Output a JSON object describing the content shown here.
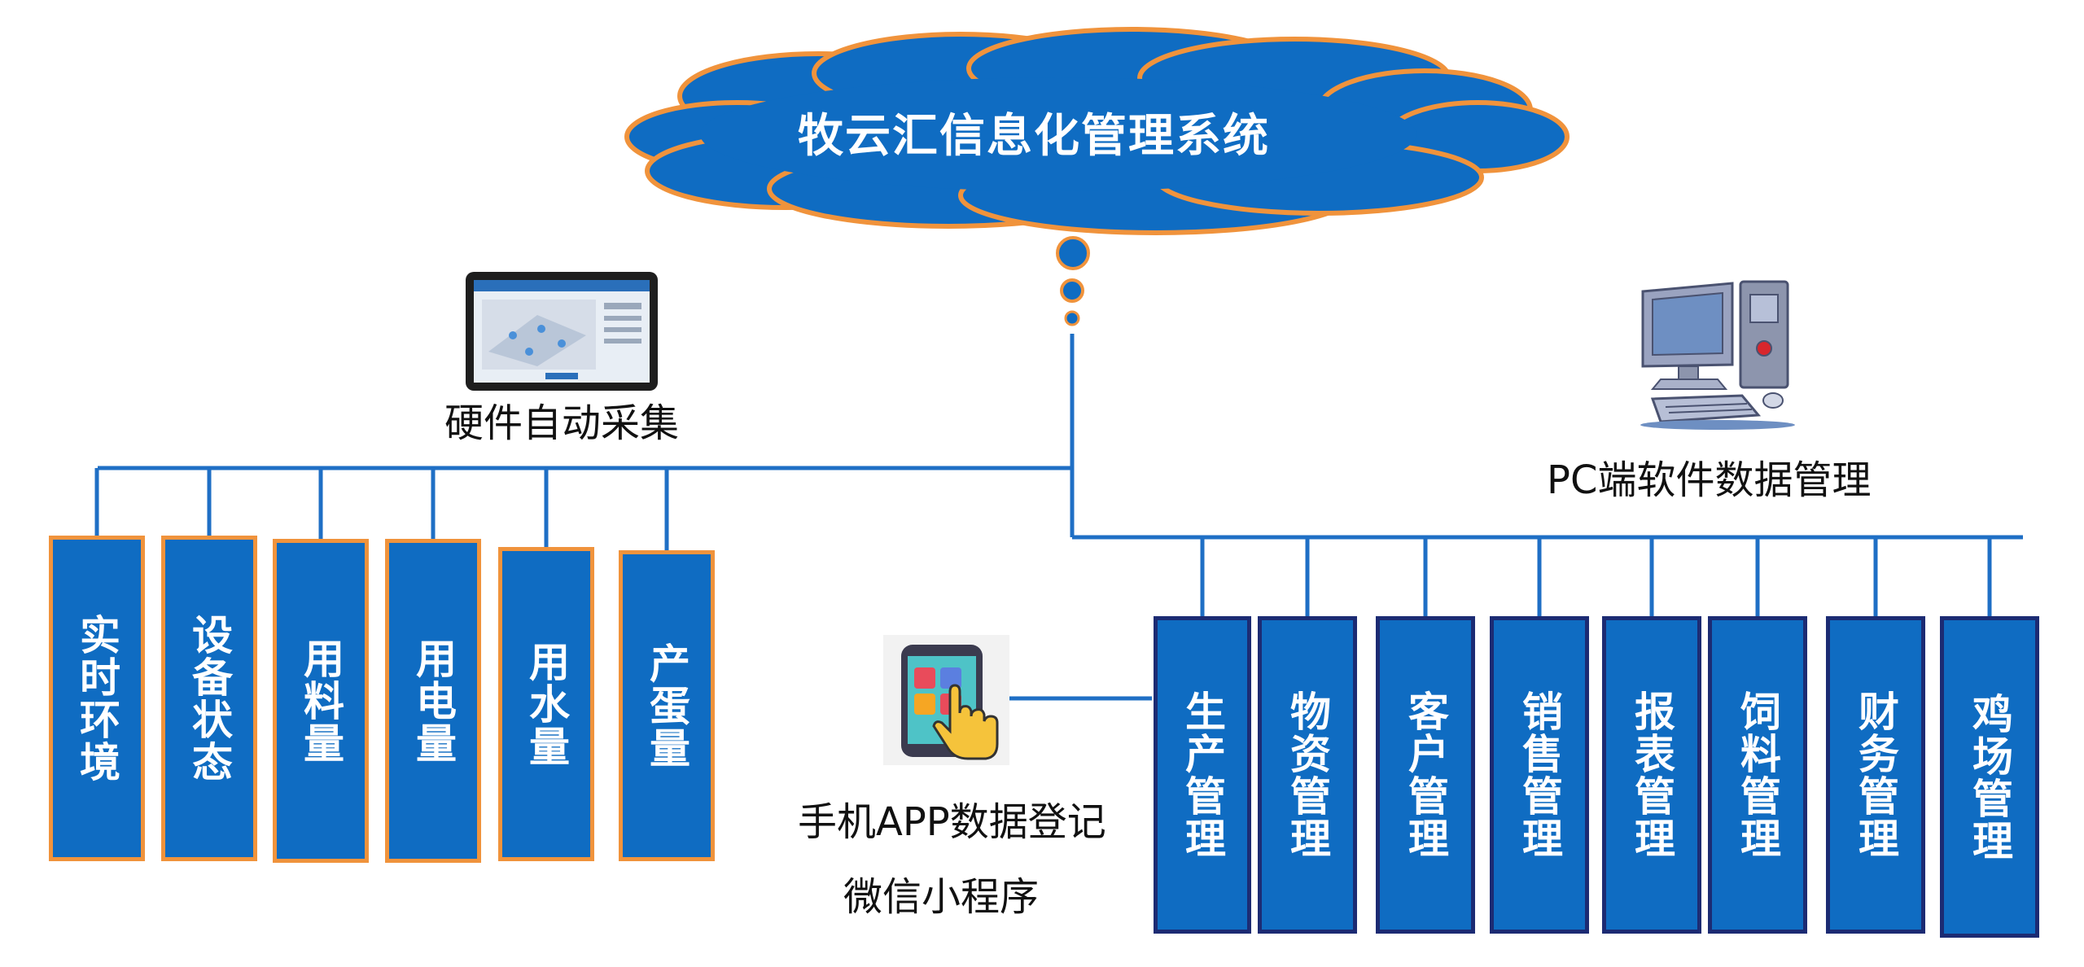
{
  "title": "牧云汇信息化管理系统",
  "colors": {
    "box_fill": "#0f6cc2",
    "line": "#1f6fc5",
    "left_border": "#f0933c",
    "right_border": "#1c2b73",
    "cloud_outline": "#f0933c"
  },
  "hardware": {
    "label": "硬件自动采集",
    "icon": "tablet-dashboard-icon"
  },
  "pc": {
    "label": "PC端软件数据管理",
    "icon": "desktop-computer-icon"
  },
  "mobile": {
    "label": "手机APP数据登记",
    "sublabel": "微信小程序",
    "icon": "phone-tap-icon"
  },
  "left_modules": [
    "实时环境",
    "设备状态",
    "用料量",
    "用电量",
    "用水量",
    "产蛋量"
  ],
  "right_modules": [
    "生产管理",
    "物资管理",
    "客户管理",
    "销售管理",
    "报表管理",
    "饲料管理",
    "财务管理",
    "鸡场管理"
  ]
}
